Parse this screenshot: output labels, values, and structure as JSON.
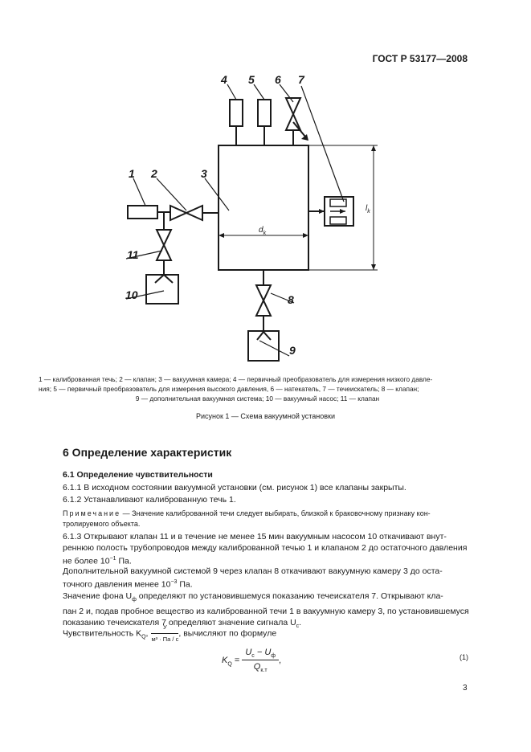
{
  "header": {
    "standard": "ГОСТ Р 53177—2008"
  },
  "figure": {
    "labels": {
      "n1": "1",
      "n2": "2",
      "n3": "3",
      "n4": "4",
      "n5": "5",
      "n6": "6",
      "n7": "7",
      "n8": "8",
      "n9": "9",
      "n10": "10",
      "n11": "11"
    },
    "dim_dk": "d",
    "dim_dk_sub": "k",
    "dim_lk": "l",
    "dim_lk_sub": "k",
    "legend_lines": [
      "1 — калиброванная течь; 2 — клапан; 3 — вакуумная камера; 4 — первичный преобразователь для измерения низкого давле-",
      "ния; 5 — первичный преобразователь для измерения высокого давления, 6 — натекатель, 7 — течеискатель; 8 — клапан;",
      "9 — дополнительная вакуумная система; 10 — вакуумный насос; 11 — клапан"
    ],
    "caption": "Рисунок 1 — Схема вакуумной установки"
  },
  "section": {
    "title": "6  Определение характеристик",
    "subsection": "6.1  Определение чувствительности",
    "p611": "6.1.1  В исходном состоянии вакуумной установки (см. рисунок 1) все клапаны закрыты.",
    "p612": "6.1.2  Устанавливают калиброванную течь 1.",
    "note_word": "Примечание",
    "note_text": " — Значение калиброванной течи следует выбирать, близкой к браковочному признаку кон-",
    "note_text2": "тролируемого объекта.",
    "p613_1": "6.1.3  Открывают клапан 11 и в течение не менее 15 мин вакуумным насосом 10 откачивают внут-",
    "p613_2": "реннюю полость трубопроводов между калиброванной течью 1 и клапаном 2 до остаточного давления",
    "p613_3": "не более 10",
    "p613_3_sup": "−1",
    "p613_3_end": " Па.",
    "p_dop_1": "Дополнительной вакуумной системой 9 через клапан 8 откачивают вакуумную камеру 3 до оста-",
    "p_dop_2": "точного давления менее 10",
    "p_dop_2_sup": "−3",
    "p_dop_2_end": " Па.",
    "p_fon_1a": "Значение фона U",
    "p_fon_1_sub": "ф",
    "p_fon_1b": " определяют по установившемуся показанию течеискателя 7. Открывают кла-",
    "p_fon_2": "пан 2 и, подав пробное вещество из калиброванной течи 1 в вакуумную камеру 3, по установившемуся",
    "p_fon_3a": "показанию течеискателя 7 определяют значение сигнала U",
    "p_fon_3_sub": "с",
    "p_fon_3b": ".",
    "p_sens_a": "Чувствительность K",
    "p_sens_sub": "Q",
    "p_sens_unit_num": "У",
    "p_sens_unit_den": "м³ · Па / с",
    "p_sens_b": ", вычисляют по формуле"
  },
  "formula": {
    "lhs": "K",
    "lhs_sub": "Q",
    "eq": " = ",
    "num": "U",
    "num_sub1": "с",
    "num_minus": " − U",
    "num_sub2": "ф",
    "den": "Q",
    "den_sub": "к.т",
    "tail": ",",
    "number": "(1)"
  },
  "page_number": "3"
}
